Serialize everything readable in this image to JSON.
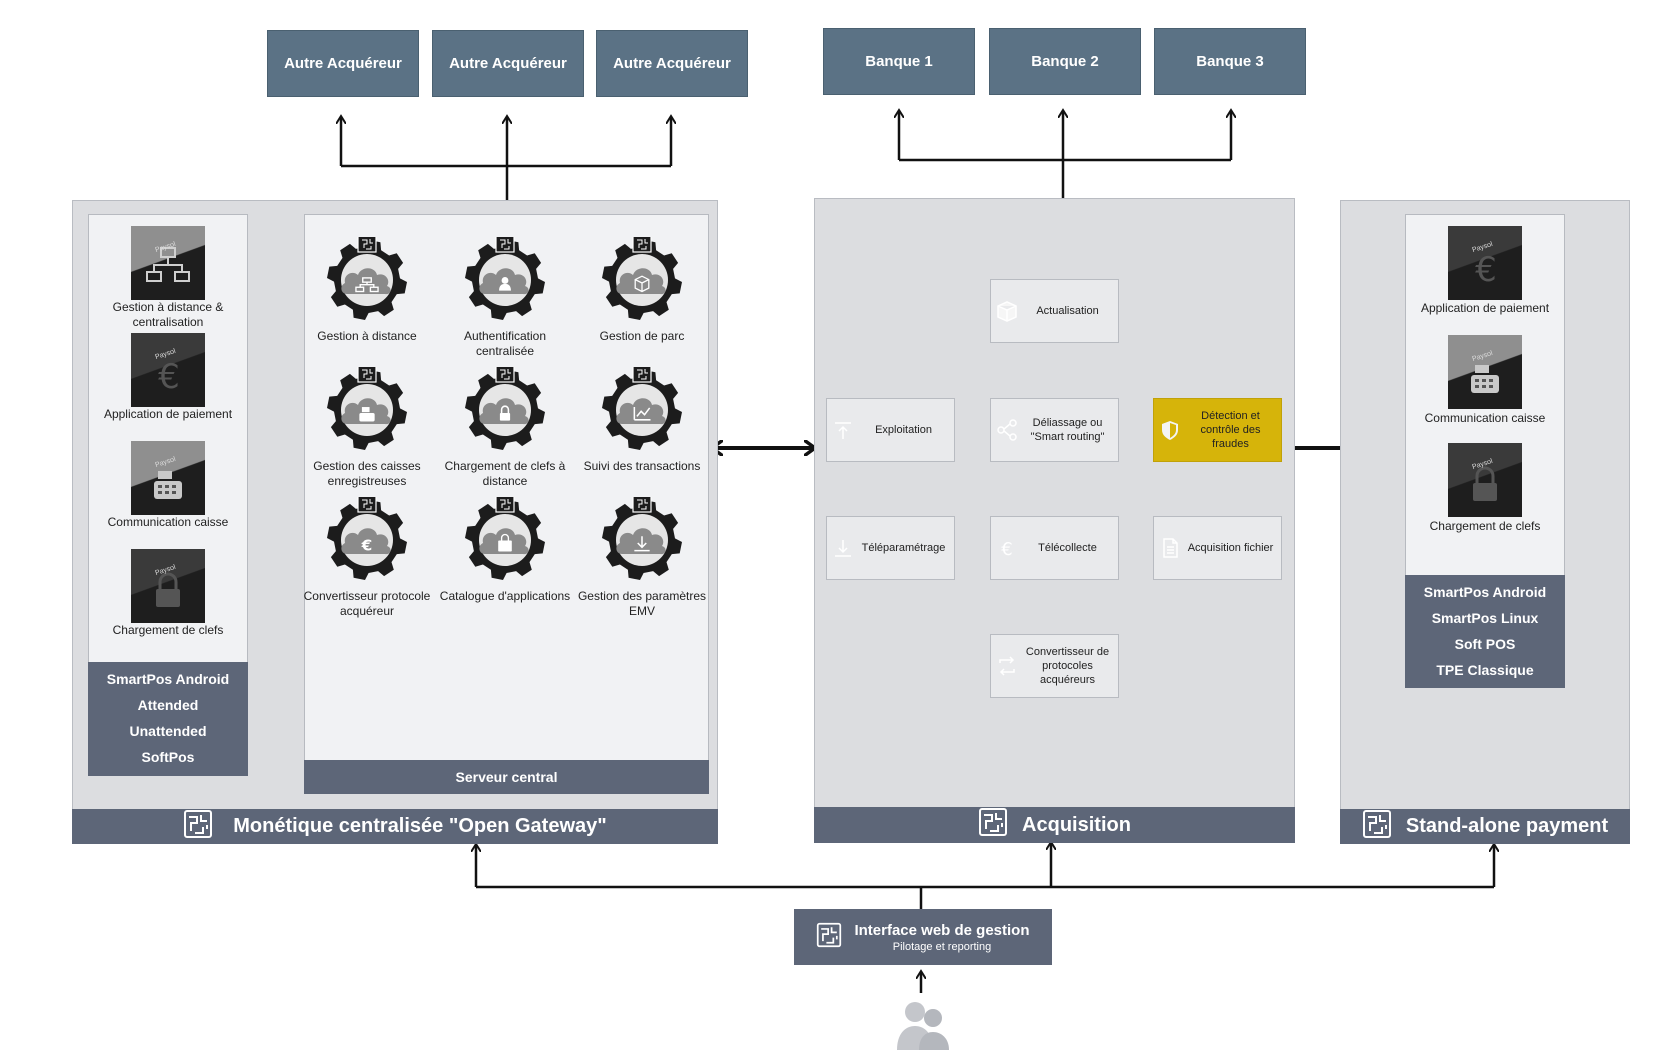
{
  "acquirers": [
    "Autre Acquéreur",
    "Autre Acquéreur",
    "Autre Acquéreur"
  ],
  "banks": [
    "Banque 1",
    "Banque 2",
    "Banque 3"
  ],
  "left_panel": {
    "title": "Monétique centralisée \"Open Gateway\"",
    "terminal_items": [
      {
        "label": "Gestion à distance & centralisation",
        "icon": "network-icon"
      },
      {
        "label": "Application de paiement",
        "icon": "euro-icon"
      },
      {
        "label": "Communication caisse",
        "icon": "cash-register-icon"
      },
      {
        "label": "Chargement de clefs",
        "icon": "lock-icon"
      }
    ],
    "terminal_types": [
      "SmartPos Android",
      "Attended",
      "Unattended",
      "SoftPos"
    ],
    "server": {
      "title": "Serveur central",
      "modules": [
        {
          "label": "Gestion à distance",
          "icon": "network-icon"
        },
        {
          "label": "Authentification centralisée",
          "icon": "user-icon"
        },
        {
          "label": "Gestion de parc",
          "icon": "box-icon"
        },
        {
          "label": "Gestion des caisses enregistreuses",
          "icon": "cash-register-icon"
        },
        {
          "label": "Chargement de clefs à distance",
          "icon": "lock-icon"
        },
        {
          "label": "Suivi des transactions",
          "icon": "chart-icon"
        },
        {
          "label": "Convertisseur protocole acquéreur",
          "icon": "euro-icon"
        },
        {
          "label": "Catalogue d'applications",
          "icon": "bag-icon"
        },
        {
          "label": "Gestion des paramètres EMV",
          "icon": "download-icon"
        }
      ]
    }
  },
  "acquisition": {
    "title": "Acquisition",
    "modules": {
      "actualisation": "Actualisation",
      "exploitation": "Exploitation",
      "deliassage": "Déliassage ou \"Smart routing\"",
      "fraude": "Détection et contrôle des fraudes",
      "teleparametrage": "Téléparamétrage",
      "telecollecte": "Télécollecte",
      "acquisition_fichier": "Acquisition fichier",
      "convertisseur": "Convertisseur de protocoles acquéreurs"
    },
    "highlight_color": "#d6b40a"
  },
  "standalone": {
    "title": "Stand-alone payment",
    "items": [
      {
        "label": "Application de paiement",
        "icon": "euro-icon"
      },
      {
        "label": "Communication caisse",
        "icon": "cash-register-icon"
      },
      {
        "label": "Chargement de clefs",
        "icon": "lock-icon"
      }
    ],
    "terminal_types": [
      "SmartPos Android",
      "SmartPos Linux",
      "Soft POS",
      "TPE Classique"
    ]
  },
  "web_interface": {
    "title": "Interface web de gestion",
    "subtitle": "Pilotage et reporting"
  },
  "thumb_brand": "Paysol",
  "colors": {
    "top_box": "#5b7285",
    "footer": "#5d6678",
    "panel": "#dcdde0",
    "highlight": "#d6b40a"
  }
}
